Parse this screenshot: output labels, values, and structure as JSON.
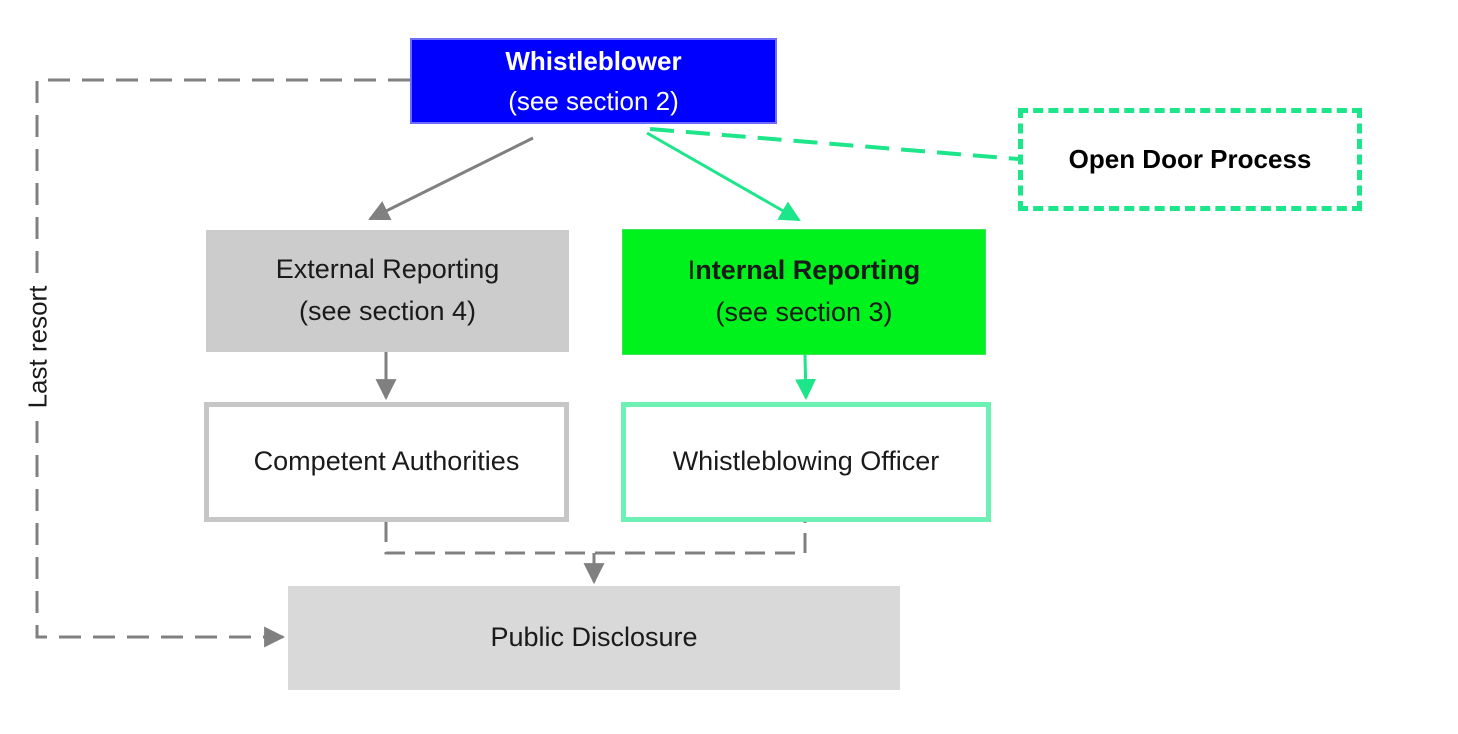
{
  "diagram": {
    "nodes": {
      "whistleblower": {
        "title": "Whistleblower",
        "subtitle": "(see section 2)"
      },
      "open_door": {
        "title": "Open Door Process"
      },
      "external_reporting": {
        "title": "External Reporting",
        "subtitle": "(see section 4)"
      },
      "internal_reporting": {
        "title_initial": "I",
        "title_rest": "nternal Reporting",
        "subtitle": "(see section 3)"
      },
      "competent_authorities": {
        "title": "Competent Authorities"
      },
      "whistleblowing_officer": {
        "title": "Whistleblowing Officer"
      },
      "public_disclosure": {
        "title": "Public Disclosure"
      }
    },
    "edge_labels": {
      "last_resort": "Last resort"
    },
    "colors": {
      "whistleblower_fill": "#0000ff",
      "internal_fill": "#00f21d",
      "external_fill": "#cccccc",
      "public_fill": "#d9d9d9",
      "green_line": "#1de58a",
      "gray_line": "#808080"
    }
  }
}
